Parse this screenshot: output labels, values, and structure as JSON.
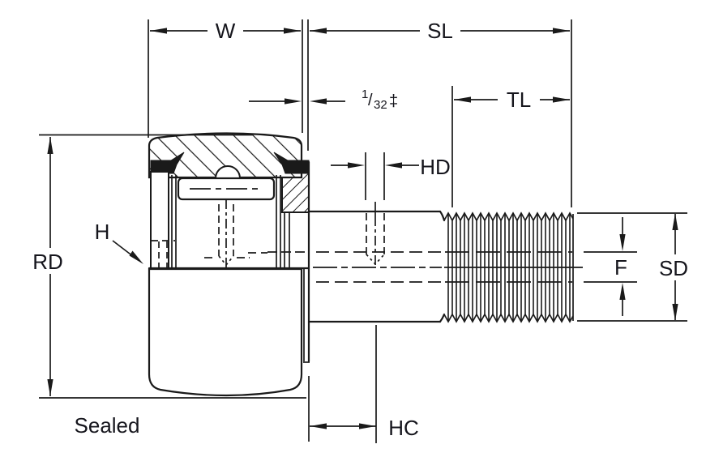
{
  "labels": {
    "roller_width": "W",
    "stud_length": "SL",
    "thread_length": "TL",
    "lube_hole_diameter": "HD",
    "roller_diameter": "RD",
    "end_hole": "H",
    "wrench_flat": "F",
    "stud_diameter": "SD",
    "hole_center": "HC",
    "offset_numerator": "1",
    "offset_slash": "/",
    "offset_denominator": "32",
    "offset_dagger": "‡",
    "caption": "Sealed"
  },
  "colors": {
    "line": "#1a1a1a",
    "label": "#15151c",
    "background": "#ffffff"
  }
}
